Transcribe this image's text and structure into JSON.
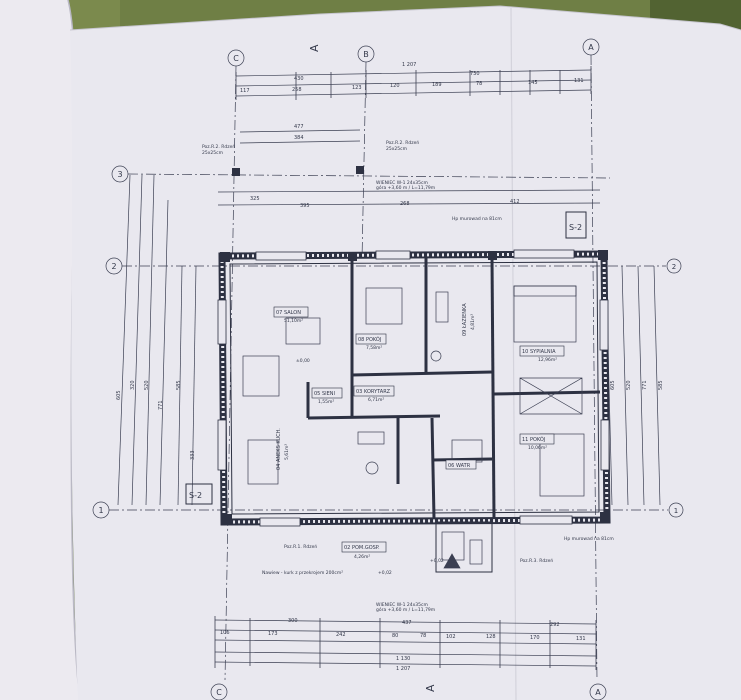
{
  "grid_axes": {
    "columns": [
      "C",
      "B",
      "A"
    ],
    "rows": [
      "3",
      "2",
      "1"
    ]
  },
  "section_marks": {
    "s2_right": "S-2",
    "s2_left": "S-2",
    "a_top": "A",
    "a_bottom": "A"
  },
  "dims_top": {
    "overall": "1 207",
    "row2": [
      "430",
      "730"
    ],
    "row3": [
      "117",
      "258",
      "123",
      "120",
      "189",
      "78",
      "145",
      "131"
    ],
    "upper": [
      "477",
      "384",
      "325",
      "395",
      "268",
      "412"
    ]
  },
  "dims_bottom": {
    "row1": [
      "300",
      "437",
      "292"
    ],
    "row2": [
      "106",
      "173",
      "242",
      "80",
      "78",
      "102",
      "128",
      "170",
      "131"
    ],
    "row3": [
      "1 130"
    ],
    "overall": "1 207"
  },
  "dims_left": [
    "605",
    "320",
    "520",
    "771",
    "585",
    "333"
  ],
  "dims_right": [
    "605",
    "520",
    "771",
    "585"
  ],
  "lintel_top": "WIENIEC W-1 24x35cm",
  "lintel_top_note": "góra +3,60 m / L=11,79m",
  "lintel_bottom": "WIENIEC W-1 24x35cm",
  "lintel_bottom_note": "góra +3,60 m / L=11,79m",
  "rooms": [
    {
      "num": "07",
      "name": "SALON",
      "area": "51,10m²"
    },
    {
      "num": "08",
      "name": "POKÓJ",
      "area": "7,58m²"
    },
    {
      "num": "09",
      "name": "ŁAZIENKA",
      "area": "4,81m²"
    },
    {
      "num": "10",
      "name": "SYPIALNIA",
      "area": "12,96m²"
    },
    {
      "num": "05",
      "name": "SIENI",
      "area": "1,55m²"
    },
    {
      "num": "03",
      "name": "KORYTARZ",
      "area": "6,71m²"
    },
    {
      "num": "11",
      "name": "POKÓJ",
      "area": "10,06m²"
    },
    {
      "num": "02",
      "name": "POM.GOSP.",
      "area": "4,26m²"
    },
    {
      "num": "04",
      "name": "ANEKS KUCH.",
      "area": "5,61m²"
    },
    {
      "num": "06",
      "name": "WATR",
      "area": ""
    }
  ],
  "notes": {
    "pos_r2": "Poz.R.2. Rdzeń",
    "pos_r2_size": "25x25cm",
    "pos_r1": "Poz.R.1. Rdzeń",
    "pos_r3": "Poz.R.3. Rdzeń",
    "level": "±0,00",
    "hip": "Hp murowad na 81cm",
    "nawiew": "Nawiew - kurk z przekrojem 200cm²",
    "elev_left": "+0,02",
    "elev_right": "+0,02"
  }
}
